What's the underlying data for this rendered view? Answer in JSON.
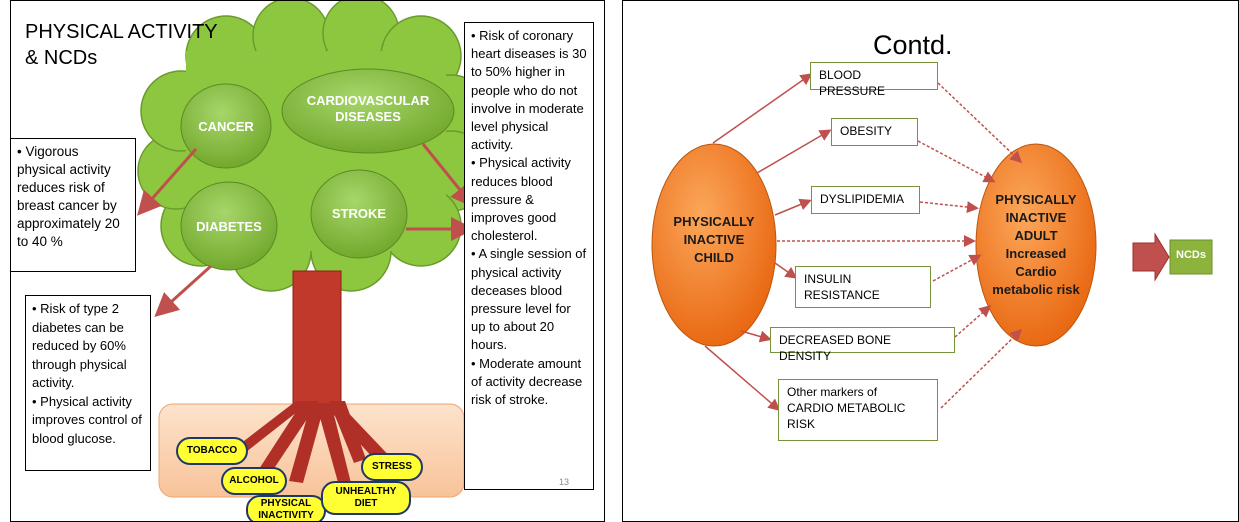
{
  "left_slide": {
    "title_line1": "PHYSICAL ACTIVITY",
    "title_line2": "& NCDs",
    "tree_ovals": {
      "cardiovascular_line1": "CARDIOVASCULAR",
      "cardiovascular_line2": "DISEASES",
      "cancer": "CANCER",
      "diabetes": "DIABETES",
      "stroke": "STROKE"
    },
    "roots": {
      "tobacco": "TOBACCO",
      "alcohol": "ALCOHOL",
      "physical_inactivity": "PHYSICAL INACTIVITY",
      "unhealthy_diet": "UNHEALTHY DIET",
      "stress": "STRESS"
    },
    "cancer_box": [
      "• Vigorous physical activity reduces risk of breast cancer by approximately 20 to 40 %"
    ],
    "diabetes_box": [
      "• Risk of type 2 diabetes can be reduced by 60% through physical activity.",
      "• Physical activity improves control of blood glucose."
    ],
    "right_box": [
      "• Risk of coronary heart diseases is 30 to 50% higher in people who do not involve in moderate level physical activity.",
      "• Physical activity reduces blood pressure & improves good cholesterol.",
      "• A single session of physical activity deceases blood pressure level for up to about 20 hours.",
      "• Moderate amount of activity decrease risk of stroke."
    ],
    "page_number": "13"
  },
  "right_slide": {
    "title": "Contd.",
    "child_oval": [
      "PHYSICALLY",
      "INACTIVE",
      "CHILD"
    ],
    "adult_oval": [
      "PHYSICALLY",
      "INACTIVE",
      "ADULT",
      "Increased",
      "Cardio",
      "metabolic risk"
    ],
    "ncds": "NCDs",
    "factors": {
      "blood_pressure": "BLOOD PRESSURE",
      "obesity": "OBESITY",
      "dyslipidemia": "DYSLIPIDEMIA",
      "insulin_line1": "INSULIN",
      "insulin_line2": "RESISTANCE",
      "bone_density": "DECREASED BONE DENSITY",
      "other_line1": "Other markers of",
      "other_line2": "CARDIO METABOLIC",
      "other_line3": "RISK"
    }
  },
  "colors": {
    "tree_green": "#8dc63f",
    "trunk_red": "#c0392b",
    "oval_orange": "#f47c20",
    "arrow_red": "#c0504d",
    "ncd_green": "#8cb43c"
  }
}
